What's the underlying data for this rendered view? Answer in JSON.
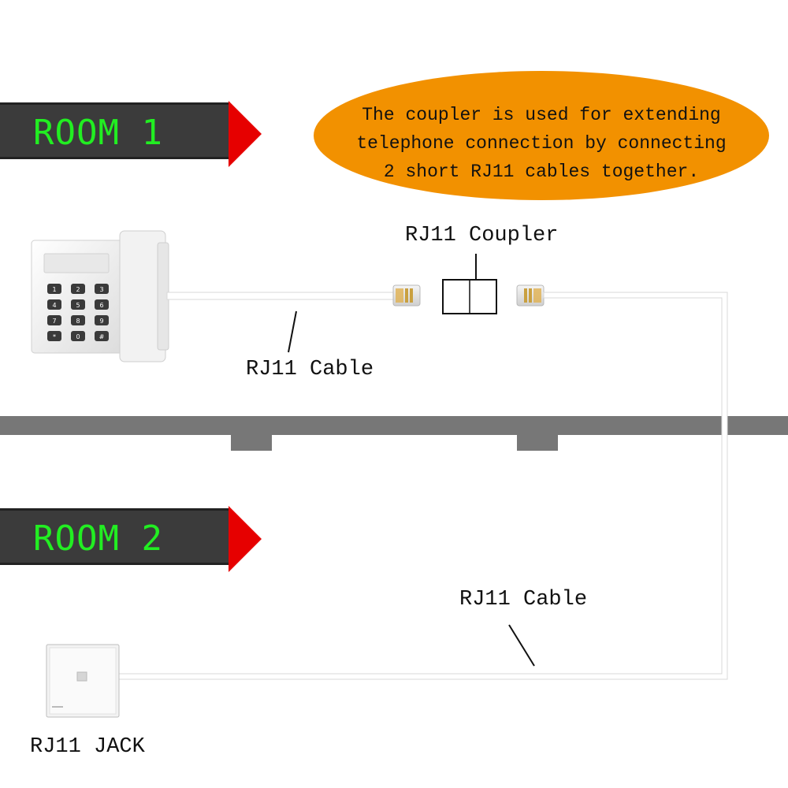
{
  "rooms": [
    {
      "label": "ROOM 1"
    },
    {
      "label": "ROOM 2"
    }
  ],
  "note": {
    "lines": [
      "The coupler is used for extending",
      "telephone connection by connecting",
      "2 short RJ11 cables together."
    ]
  },
  "labels": {
    "coupler": "RJ11 Coupler",
    "cable_top": "RJ11 Cable",
    "cable_bottom": "RJ11 Cable",
    "jack": "RJ11 JACK"
  },
  "phone": {
    "keys": [
      "1",
      "2",
      "3",
      "4",
      "5",
      "6",
      "7",
      "8",
      "9",
      "*",
      "0",
      "#"
    ]
  },
  "colors": {
    "banner": "#3b3b3b",
    "room_text": "#22ee22",
    "arrow": "#e60000",
    "note_bg": "#f29100",
    "wall": "#777777"
  }
}
